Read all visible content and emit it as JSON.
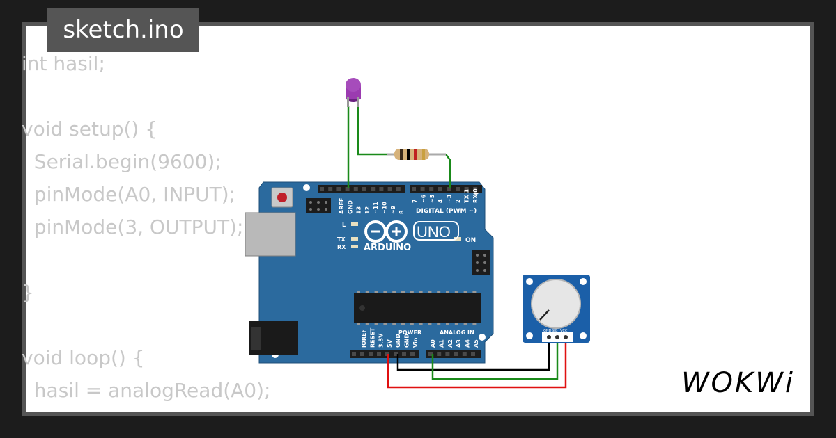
{
  "tab": {
    "title": "sketch.ino"
  },
  "code": {
    "lines": [
      "int hasil;",
      "",
      "void setup() {",
      "  Serial.begin(9600);",
      "  pinMode(A0, INPUT);",
      "  pinMode(3, OUTPUT);",
      "",
      "}",
      "",
      "void loop() {",
      "  hasil = analogRead(A0);"
    ]
  },
  "board": {
    "logo_text": "ARDUINO",
    "model": "UNO",
    "header_digital": "DIGITAL (PWM ~)",
    "header_power": "POWER",
    "header_analog": "ANALOG IN",
    "led_l": "L",
    "led_tx": "TX",
    "led_rx": "RX",
    "led_on": "ON",
    "top_pins": [
      "AREF",
      "GND",
      "13",
      "12",
      "~11",
      "~10",
      "~9",
      "8"
    ],
    "top_pins2": [
      "7",
      "~6",
      "~5",
      "4",
      "~3",
      "2",
      "TX 1",
      "RX 0"
    ],
    "power_pins": [
      "IOREF",
      "RESET",
      "3.3V",
      "5V",
      "GND",
      "GND",
      "Vin"
    ],
    "analog_pins": [
      "A0",
      "A1",
      "A2",
      "A3",
      "A4",
      "A5"
    ]
  },
  "pot": {
    "pins": [
      "GND",
      "SIG",
      "VCC"
    ]
  },
  "brand": {
    "text": "WOKWi"
  },
  "colors": {
    "board_blue": "#2b6a9e",
    "led_purple": "#9b3bb0",
    "wire_green": "#1a8a1a",
    "wire_red": "#e01010",
    "wire_black": "#000000"
  }
}
